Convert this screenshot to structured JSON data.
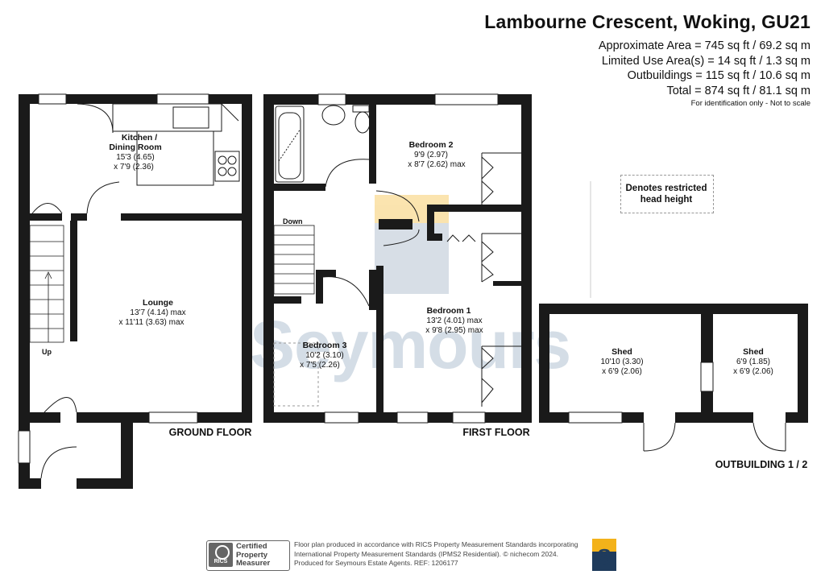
{
  "header": {
    "title": "Lambourne Crescent, Woking, GU21",
    "areas": [
      "Approximate Area = 745 sq ft / 69.2 sq m",
      "Limited Use Area(s) = 14 sq ft / 1.3 sq m",
      "Outbuildings = 115 sq ft / 10.6 sq m",
      "Total = 874 sq ft / 81.1 sq m"
    ],
    "note": "For identification only - Not to scale"
  },
  "legend": {
    "line1": "Denotes restricted",
    "line2": "head height"
  },
  "watermark": "Seymours",
  "rooms": {
    "kitchen": {
      "name1": "Kitchen /",
      "name2": "Dining Room",
      "dim1": "15'3 (4.65)",
      "dim2": "x 7'9 (2.36)"
    },
    "lounge": {
      "name": "Lounge",
      "dim1": "13'7 (4.14) max",
      "dim2": "x 11'11 (3.63) max"
    },
    "bedroom2": {
      "name": "Bedroom 2",
      "dim1": "9'9 (2.97)",
      "dim2": "x 8'7 (2.62) max"
    },
    "bedroom1": {
      "name": "Bedroom 1",
      "dim1": "13'2 (4.01) max",
      "dim2": "x 9'8 (2.95) max"
    },
    "bedroom3": {
      "name": "Bedroom 3",
      "dim1": "10'2 (3.10)",
      "dim2": "x 7'5 (2.26)"
    },
    "shed1": {
      "name": "Shed",
      "dim1": "10'10 (3.30)",
      "dim2": "x 6'9 (2.06)"
    },
    "shed2": {
      "name": "Shed",
      "dim1": "6'9 (1.85)",
      "dim2": "x 6'9 (2.06)"
    }
  },
  "stairs": {
    "up": "Up",
    "down": "Down"
  },
  "floors": {
    "ground": "GROUND FLOOR",
    "first": "FIRST FLOOR",
    "outbuilding": "OUTBUILDING 1 / 2"
  },
  "footer": {
    "line1": "Floor plan produced in accordance with RICS Property Measurement Standards incorporating",
    "line2": "International Property Measurement Standards (IPMS2 Residential).  © nichecom 2024.",
    "line3": "Produced for Seymours Estate Agents.   REF:  1206177",
    "rics_label": "RICS",
    "badge1": "Certified",
    "badge2": "Property",
    "badge3": "Measurer",
    "logo_letter": "S"
  },
  "colors": {
    "wall": "#1a1a1a",
    "watermark_gold": "#f3b21a",
    "watermark_navy": "#1f3b5c"
  }
}
